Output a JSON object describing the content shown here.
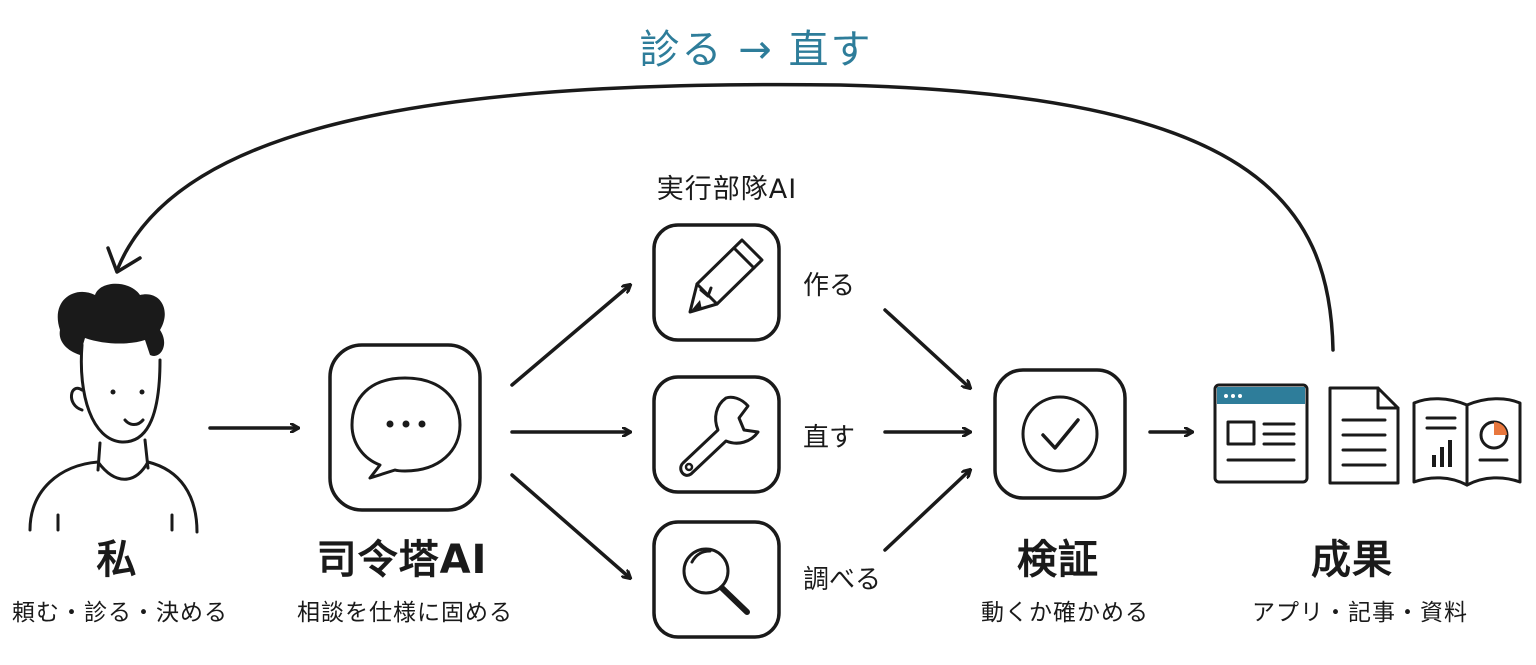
{
  "loop_label": "診る → 直す",
  "executors_group_label": "実行部隊AI",
  "me": {
    "title": "私",
    "subtitle": "頼む・診る・決める"
  },
  "commander": {
    "title": "司令塔AI",
    "subtitle": "相談を仕様に固める"
  },
  "executors": [
    {
      "label": "作る",
      "icon": "pencil-icon"
    },
    {
      "label": "直す",
      "icon": "wrench-icon"
    },
    {
      "label": "調べる",
      "icon": "magnifier-icon"
    }
  ],
  "verify": {
    "title": "検証",
    "subtitle": "動くか確かめる",
    "icon": "checkmark-icon"
  },
  "result": {
    "title": "成果",
    "subtitle": "アプリ・記事・資料",
    "icons": [
      "app-window-icon",
      "document-icon",
      "report-book-icon"
    ]
  },
  "colors": {
    "accent": "#2e7d9a",
    "highlight": "#e8773d",
    "ink": "#1a1a1a"
  }
}
